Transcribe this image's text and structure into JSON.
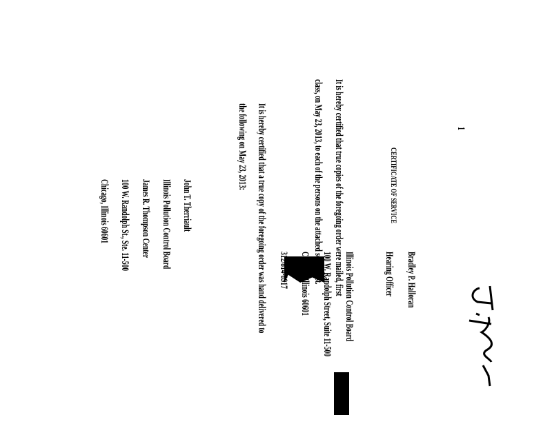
{
  "page_number": "1",
  "title": "CERTIFICATE OF SERVICE",
  "para1": [
    "It is hereby certified that true copies of the foregoing order were mailed, first",
    "class, on May 23, 2013, to each of the persons on the attached service list."
  ],
  "para2": [
    "It is hereby certified that a true copy of the foregoing order was hand delivered to",
    "the following on May 23, 2013:"
  ],
  "recipient": [
    "John T. Therriault",
    "Illinois Pollution Control Board",
    "James R. Thompson Center",
    "100 W. Randolph St., Ste. 11-500",
    "Chicago, Illinois 60601"
  ],
  "signer": [
    "Bradley P. Halloran",
    "Hearing Officer",
    "Illinois Pollution Control Board",
    "100 W. Randolph Street, Suite 11-500",
    "Chicago, Illinois 60601",
    "312/814-8917"
  ]
}
